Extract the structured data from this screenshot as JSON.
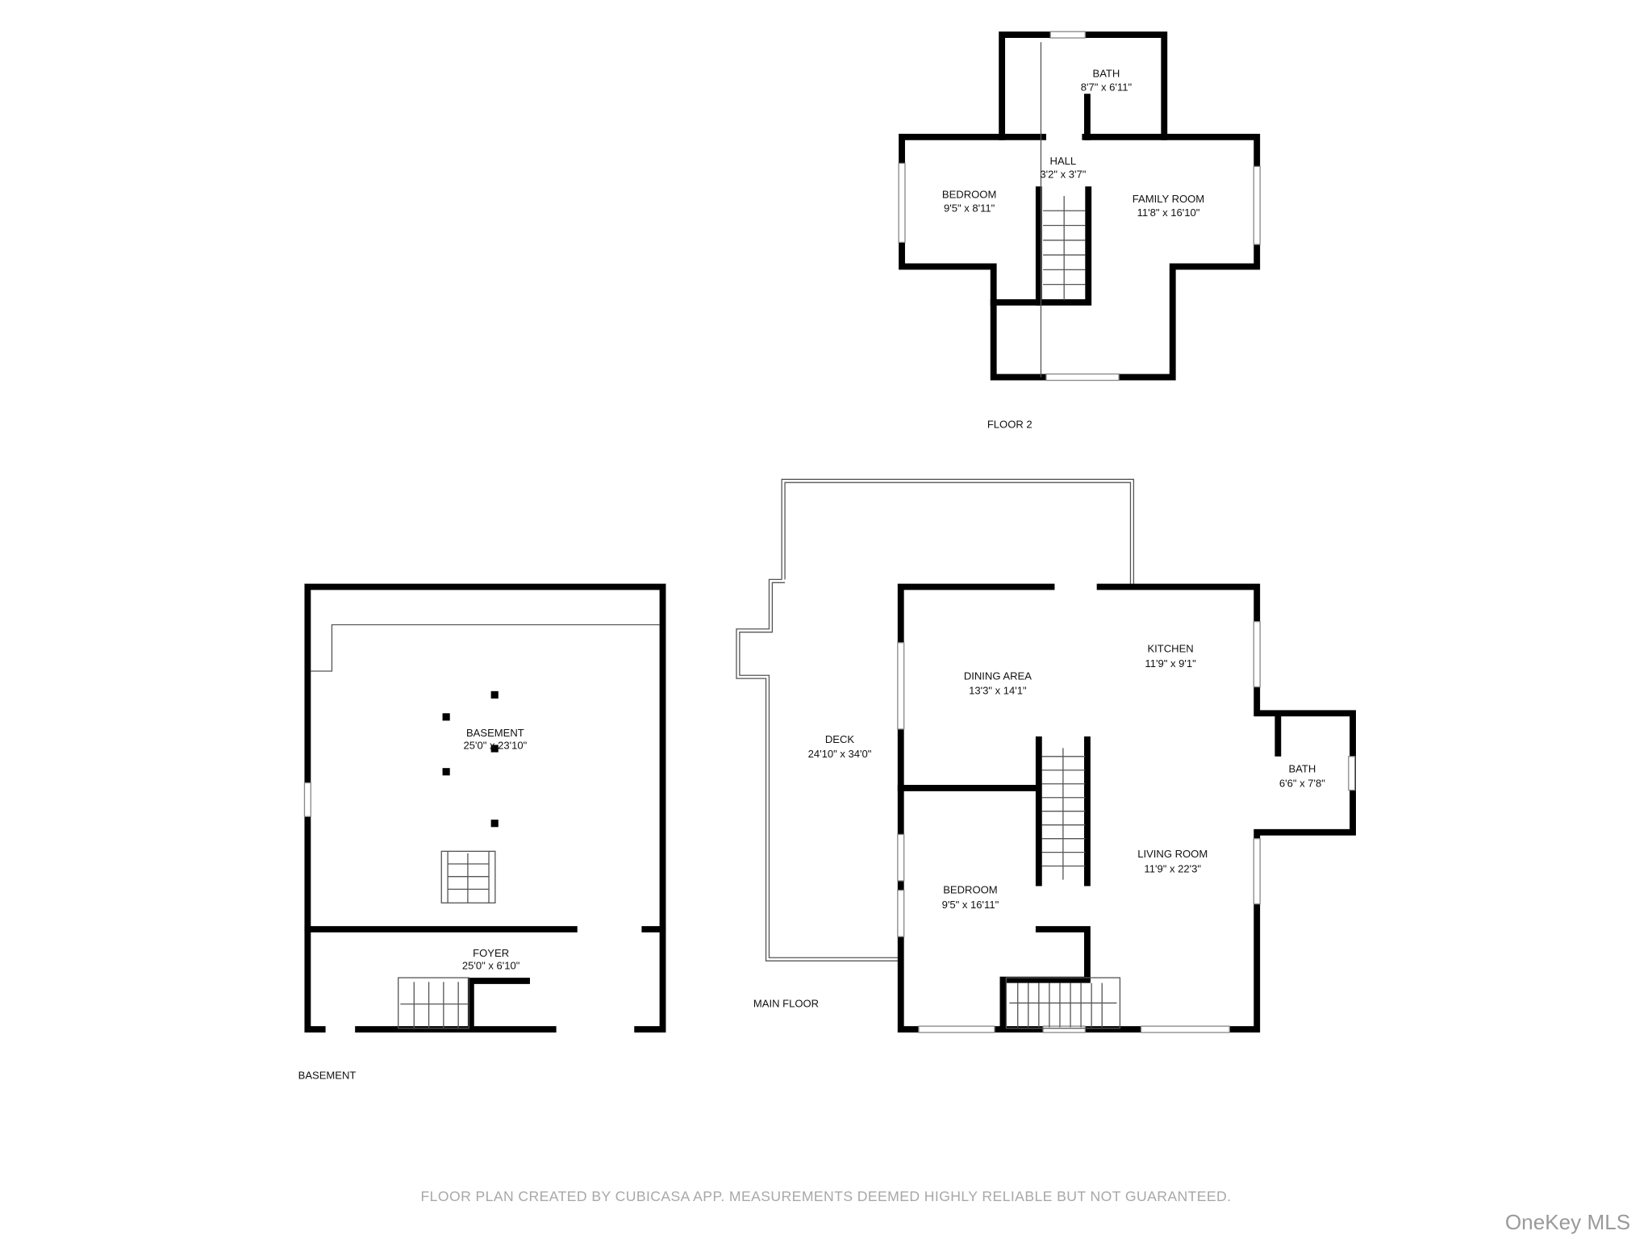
{
  "floor2": {
    "title": "FLOOR 2",
    "rooms": [
      {
        "name": "BATH",
        "size": "8'7\" x 6'11\""
      },
      {
        "name": "HALL",
        "size": "3'2\" x 3'7\""
      },
      {
        "name": "BEDROOM",
        "size": "9'5\" x 8'11\""
      },
      {
        "name": "FAMILY ROOM",
        "size": "11'8\" x 16'10\""
      }
    ]
  },
  "main_floor": {
    "title": "MAIN FLOOR",
    "rooms": [
      {
        "name": "DECK",
        "size": "24'10\" x 34'0\""
      },
      {
        "name": "DINING AREA",
        "size": "13'3\" x 14'1\""
      },
      {
        "name": "KITCHEN",
        "size": "11'9\" x 9'1\""
      },
      {
        "name": "BATH",
        "size": "6'6\" x 7'8\""
      },
      {
        "name": "LIVING ROOM",
        "size": "11'9\" x 22'3\""
      },
      {
        "name": "BEDROOM",
        "size": "9'5\" x 16'11\""
      }
    ]
  },
  "basement": {
    "title": "BASEMENT",
    "rooms": [
      {
        "name": "BASEMENT",
        "size": "25'0\" x 23'10\""
      },
      {
        "name": "FOYER",
        "size": "25'0\" x 6'10\""
      }
    ]
  },
  "footer": "FLOOR PLAN CREATED BY CUBICASA APP. MEASUREMENTS DEEMED HIGHLY RELIABLE BUT NOT GUARANTEED.",
  "watermark": "OneKey MLS"
}
